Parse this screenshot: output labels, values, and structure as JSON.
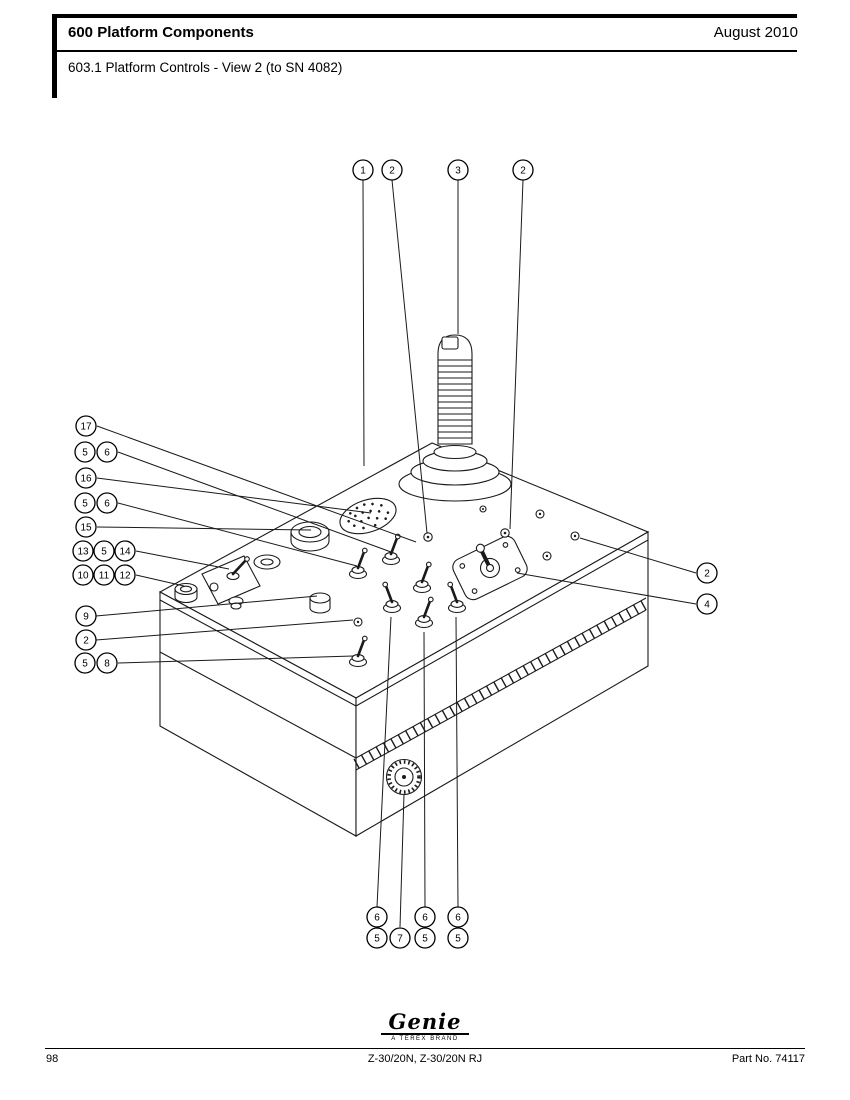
{
  "header": {
    "title": "600 Platform Components",
    "date": "August 2010",
    "section": "603.1 Platform Controls - View 2 (to SN 4082)"
  },
  "footer": {
    "page_number": "98",
    "models": "Z-30/20N, Z-30/20N RJ",
    "part_number": "Part No. 74117",
    "brand": "Genie",
    "brand_tagline": "A TEREX BRAND"
  },
  "diagram": {
    "callouts": [
      {
        "label": "1"
      },
      {
        "label": "2"
      },
      {
        "label": "3"
      },
      {
        "label": "2"
      },
      {
        "label": "17"
      },
      {
        "label": "5"
      },
      {
        "label": "6"
      },
      {
        "label": "16"
      },
      {
        "label": "5"
      },
      {
        "label": "6"
      },
      {
        "label": "15"
      },
      {
        "label": "13"
      },
      {
        "label": "5"
      },
      {
        "label": "14"
      },
      {
        "label": "10"
      },
      {
        "label": "11"
      },
      {
        "label": "12"
      },
      {
        "label": "9"
      },
      {
        "label": "2"
      },
      {
        "label": "5"
      },
      {
        "label": "8"
      },
      {
        "label": "2"
      },
      {
        "label": "4"
      },
      {
        "label": "6"
      },
      {
        "label": "5"
      },
      {
        "label": "7"
      },
      {
        "label": "6"
      },
      {
        "label": "5"
      },
      {
        "label": "6"
      },
      {
        "label": "5"
      }
    ]
  }
}
